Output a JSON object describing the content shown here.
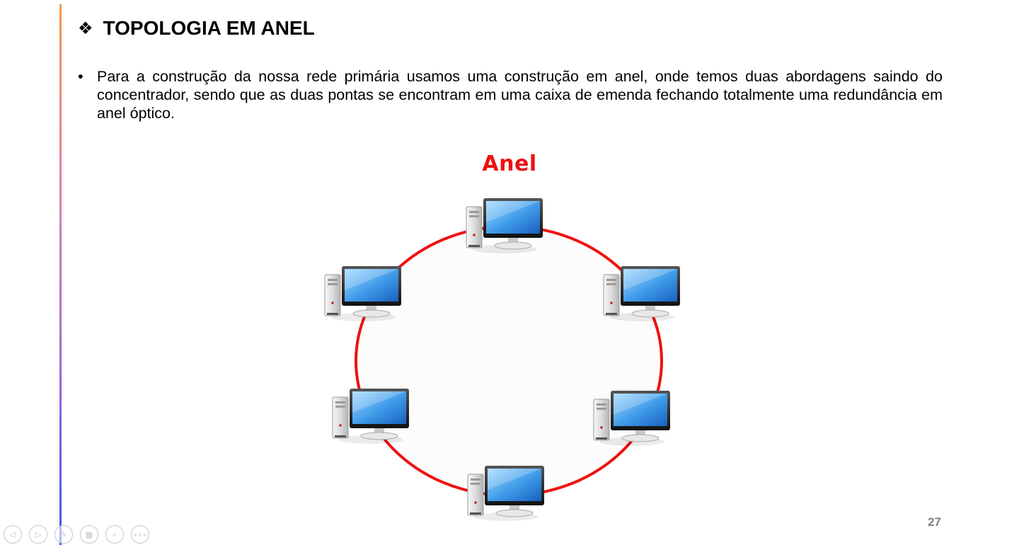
{
  "slide": {
    "title_bullet": "❖",
    "title": "TOPOLOGIA EM ANEL",
    "body_bullet": "•",
    "body": "Para a construção da nossa rede primária usamos uma construção em anel, onde temos duas abordagens saindo do concentrador, sendo que as duas pontas se encontram em uma caixa de emenda fechando totalmente uma redundância em anel óptico.",
    "page_number": "27"
  },
  "diagram": {
    "title": "Anel",
    "ring_color": "#ee1111",
    "node_count": 6,
    "node_icon": "desktop-computer-icon"
  },
  "colors": {
    "accent_top": "#f39a4a",
    "accent_bottom": "#3d56e0",
    "ring": "#ee1111",
    "page_number": "#7f7f7f"
  },
  "controls": [
    {
      "name": "previous-slide-button",
      "icon": "arrow-left-icon",
      "glyph": "◁"
    },
    {
      "name": "next-slide-button",
      "icon": "arrow-right-icon",
      "glyph": "▷"
    },
    {
      "name": "pen-tool-button",
      "icon": "pen-icon",
      "glyph": "✎"
    },
    {
      "name": "see-all-slides-button",
      "icon": "slides-grid-icon",
      "glyph": "▦"
    },
    {
      "name": "zoom-button",
      "icon": "magnifier-icon",
      "glyph": "⌕"
    },
    {
      "name": "more-options-button",
      "icon": "ellipsis-icon",
      "glyph": "∘∘∘"
    }
  ]
}
